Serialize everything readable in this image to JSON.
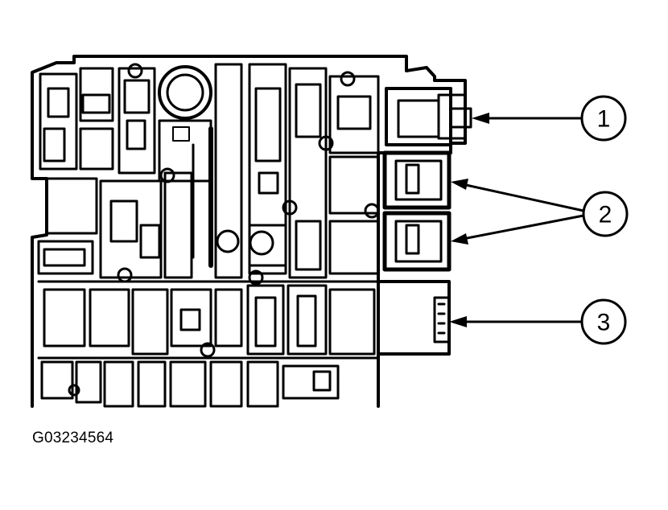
{
  "figure": {
    "id": "G03234564"
  },
  "callouts": [
    {
      "label": "1"
    },
    {
      "label": "2"
    },
    {
      "label": "3"
    }
  ],
  "colors": {
    "ink": "#000000",
    "paper": "#ffffff"
  }
}
